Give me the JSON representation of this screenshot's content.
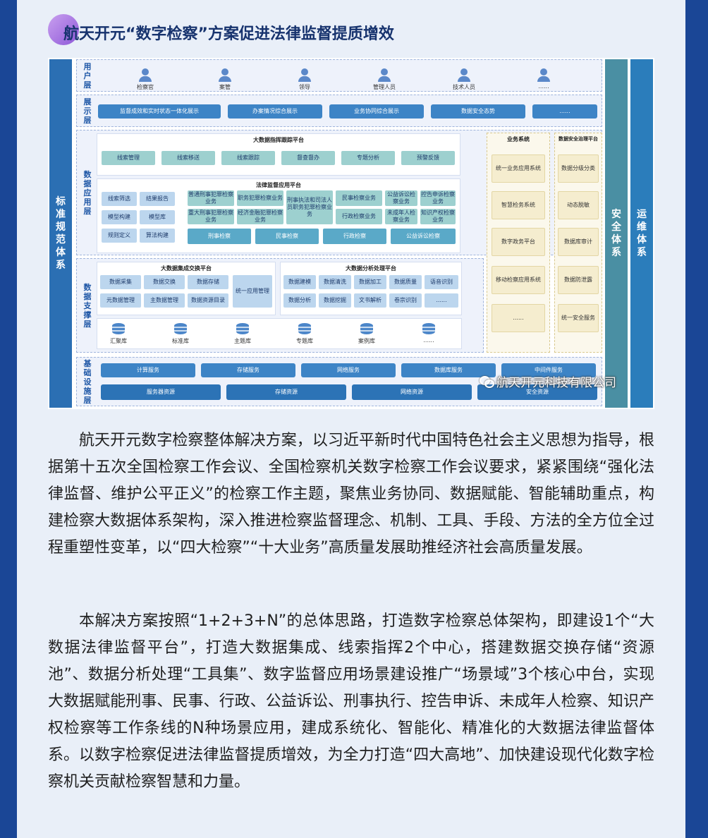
{
  "article": {
    "title": "航天开元“数字检察”方案促进法律监督提质增效",
    "paragraphs": [
      "航天开元数字检察整体解决方案，以习近平新时代中国特色社会主义思想为指导，根据第十五次全国检察工作会议、全国检察机关数字检察工作会议要求，紧紧围绕“强化法律监督、维护公平正义”的检察工作主题，聚焦业务协同、数据赋能、智能辅助重点，构建检察大数据体系架构，深入推进检察监督理念、机制、工具、手段、方法的全方位全过程重塑性变革，以“四大检察”“十大业务”高质量发展助推经济社会高质量发展。",
      "本解决方案按照“1+2+3+N”的总体思路，打造数字检察总体架构，即建设1个“大数据法律监督平台”，打造大数据集成、线索指挥2个中心，搭建数据交换存储“资源池”、数据分析处理“工具集”、数字监督应用场景建设推广“场景域”3个核心中台，实现大数据赋能刑事、民事、行政、公益诉讼、刑事执行、控告申诉、未成年人检察、知识产权检察等工作条线的N种场景应用，建成系统化、智能化、精准化的大数据法律监督体系。以数字检察促进法律监督提质增效，为全力打造“四大高地”、加快建设现代化数字检察机关贡献检察智慧和力量。"
    ]
  },
  "diagram": {
    "side_bars": {
      "standard": "标准规范体系",
      "security": "安全体系",
      "operations": "运维体系"
    },
    "user_layer": {
      "label": "用户层",
      "users": [
        "检察官",
        "案管",
        "领导",
        "管理人员",
        "技术人员",
        "......"
      ]
    },
    "display_layer": {
      "label": "展示层",
      "items": [
        "监督成效和实时状态一体化展示",
        "办案情况综合展示",
        "业务协同综合展示",
        "数据安全态势",
        "......"
      ]
    },
    "app_layer": {
      "label": "数据应用层",
      "tracking_platform": {
        "title": "大数据指挥跟踪平台",
        "items": [
          "线索管理",
          "线索移送",
          "线索跟踪",
          "督查督办",
          "专题分析",
          "预警反馈"
        ]
      },
      "legal_platform": {
        "title": "法律监督应用平台",
        "left_items": [
          "线索筛选",
          "结果报告",
          "模型构建",
          "模型库",
          "规则定义",
          "算法构建"
        ],
        "grid_row1": [
          "普通刑事犯罪检察业务",
          "职务犯罪检察业务",
          "刑事执法和司法人员职务犯罪检察业务",
          "民事检察业务",
          "公益诉讼检察业务",
          "控告申诉检察业务"
        ],
        "grid_row2": [
          "重大刑事犯罪检察业务",
          "经济金融犯罪检察业务",
          "行政检察业务",
          "未成年人检察业务",
          "知识产权检察业务"
        ],
        "bottom_items": [
          "刑事检察",
          "民事检察",
          "行政检察",
          "公益诉讼检察"
        ]
      },
      "business_systems": {
        "title": "业务系统",
        "items": [
          "统一业务应用系统",
          "智慧检务系统",
          "数字政务平台",
          "移动检察应用系统",
          "......"
        ]
      },
      "data_security_platform": {
        "title": "数据安全治理平台",
        "items": [
          "数据分级分类",
          "动态脱敏",
          "数据库审计",
          "数据防泄露",
          "统一安全服务"
        ]
      }
    },
    "support_layer": {
      "label": "数据支撑层",
      "exchange_platform": {
        "title": "大数据集成交换平台",
        "items": [
          "数据采集",
          "数据交换",
          "数据存储",
          "元数据管理",
          "主数据管理",
          "数据资源目录"
        ],
        "side_item": "统一应用管理"
      },
      "analysis_platform": {
        "title": "大数据分析处理平台",
        "items": [
          "数据建模",
          "数据清洗",
          "数据加工",
          "数据质量",
          "语音识别",
          "数据分析",
          "数据挖掘",
          "文书解析",
          "卷宗识别",
          "......"
        ]
      },
      "databases": [
        "汇聚库",
        "标准库",
        "主题库",
        "专题库",
        "案例库",
        "......"
      ]
    },
    "infra_layer": {
      "label": "基础设施层",
      "services": [
        "计算服务",
        "存储服务",
        "网络服务",
        "数据库服务",
        "中间件服务"
      ],
      "resources": [
        "服务器资源",
        "存储资源",
        "网络资源",
        "安全资源"
      ]
    },
    "watermark": "航天开元科技有限公司"
  }
}
